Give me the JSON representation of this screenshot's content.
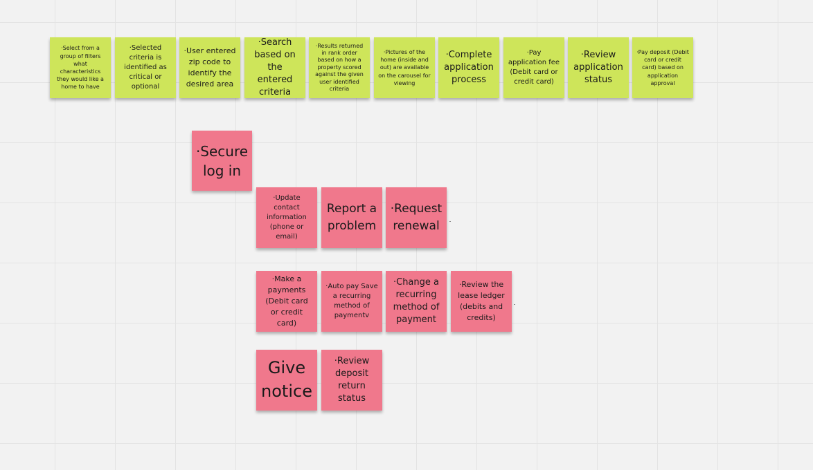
{
  "notes": {
    "g1": "·Select from a group of filters what characteristics they would like a home to have",
    "g2": "·Selected criteria is identified as critical or optional",
    "g3": "·User entered zip code to identify the desired area",
    "g4": "·Search based on the entered criteria",
    "g5": "·Results returned in rank order based on how a property scored against the given user identified criteria",
    "g6": "·Pictures of the home (inside and out) are available on the carousel for viewing",
    "g7": "·Complete application process",
    "g8": "·Pay application fee (Debit card or credit card)",
    "g9": "·Review application status",
    "g10": "·Pay deposit (Debit card or credit card) based on application approval",
    "p1": "·Secure log in",
    "p2": "·Update contact information (phone or email)",
    "p3": "Report a problem",
    "p4": "·Request renewal",
    "p5": "·Make a payments (Debit card or credit card)",
    "p6": "·Auto pay Save a recurring method of paymentv",
    "p7": "·Change a recurring method of payment",
    "p8": "·Review the lease ledger (debits and credits)",
    "p9": "Give notice",
    "p10": "·Review deposit return status"
  },
  "colors": {
    "green_note": "#cee55a",
    "pink_note": "#f0788c",
    "canvas": "#f2f2f2"
  }
}
